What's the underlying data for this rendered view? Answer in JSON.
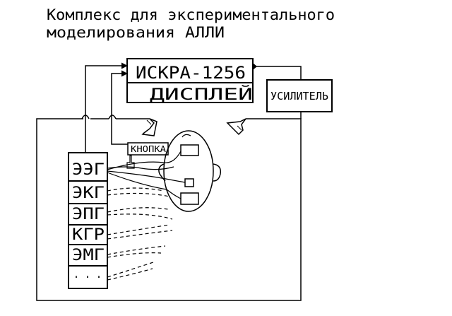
{
  "title": {
    "line1": "Комплекс для экспериментального",
    "line2": "моделирования АЛЛИ"
  },
  "blocks": {
    "computer": "ИСКРА-1256",
    "display": "ДИСПЛЕЙ",
    "amplifier": "УСИЛИТЕЛЬ",
    "button": "КНОПКА"
  },
  "signals": [
    "ЭЭГ",
    "ЭКГ",
    "ЭПГ",
    "КГР",
    "ЭМГ",
    "· · ·"
  ],
  "colors": {
    "line": "#000000",
    "background": "#ffffff"
  }
}
